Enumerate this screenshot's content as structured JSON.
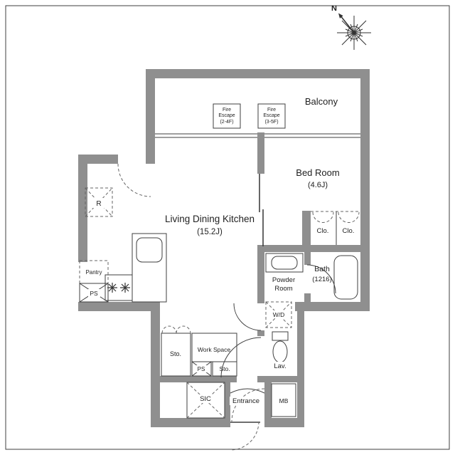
{
  "compass": {
    "north": "N"
  },
  "labels": {
    "balcony": "Balcony",
    "fire_escape_1": {
      "l1": "Fire",
      "l2": "Escape",
      "l3": "(2-4F)"
    },
    "fire_escape_2": {
      "l1": "Fire",
      "l2": "Escape",
      "l3": "(3-5F)"
    },
    "bedroom": {
      "name": "Bed Room",
      "size": "(4.6J)"
    },
    "ldk": {
      "name": "Living Dining Kitchen",
      "size": "(15.2J)"
    },
    "refrigerator": "R",
    "closet_left": "Clo.",
    "closet_right": "Clo.",
    "bath": {
      "name": "Bath",
      "size": "(1216)"
    },
    "powder_room": {
      "l1": "Powder",
      "l2": "Room"
    },
    "pantry": "Pantry",
    "ps_kitchen": "PS",
    "wd": "W/D",
    "storage_1": "Sto.",
    "work_space": "Work Space",
    "ps_hall": "PS",
    "storage_2": "Sto.",
    "lavatory": "Lav.",
    "sic": "SIC",
    "entrance": "Entrance",
    "meter_box": "MB"
  },
  "colors": {
    "wall": "#8f8f8f",
    "line": "#3f3f3f",
    "text": "#1f1f1f",
    "bg": "#ffffff"
  }
}
